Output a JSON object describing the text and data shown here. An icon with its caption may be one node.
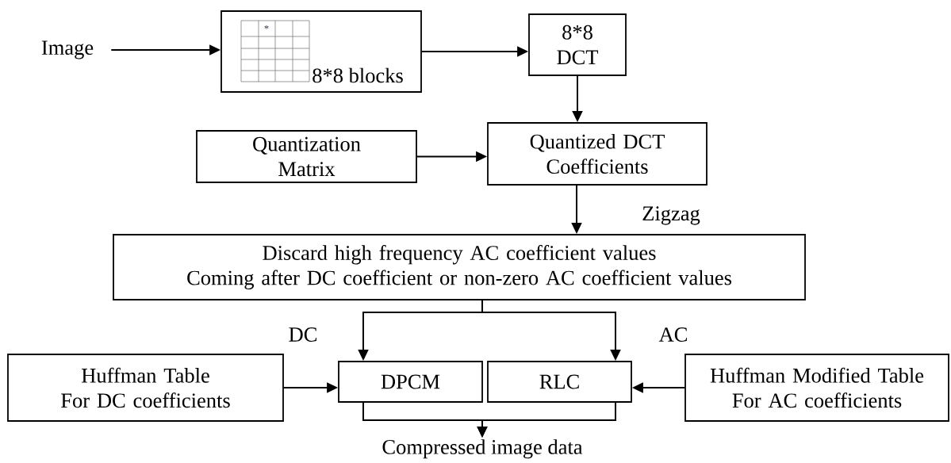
{
  "diagram": {
    "nodes": [
      {
        "text": [
          "Image"
        ]
      },
      {
        "text": [
          "8*8 blocks"
        ]
      },
      {
        "text": [
          "8*8 DCT"
        ]
      },
      {
        "text": [
          "Quantization Matrix"
        ]
      },
      {
        "text": [
          "Quantized DCT Coefficients"
        ]
      },
      {
        "text": [
          "Discard high frequency AC coefficient values Coming after DC coefficient or non-zero AC coefficient values"
        ]
      },
      {
        "text": [
          "Huffman Table For DC coefficients"
        ]
      },
      {
        "text": [
          "DPCM"
        ]
      },
      {
        "text": [
          "RLC"
        ]
      },
      {
        "text": [
          "Huffman Modified Table For AC coefficients"
        ]
      },
      {
        "text": [
          "Compressed image data"
        ]
      }
    ],
    "edges": [
      {
        "from": 0,
        "to": 1,
        "arrow": "to"
      },
      {
        "from": 1,
        "to": 2,
        "arrow": "to"
      },
      {
        "from": 2,
        "to": 4,
        "arrow": "to"
      },
      {
        "from": 3,
        "to": 4,
        "arrow": "to"
      },
      {
        "from": 4,
        "to": 5,
        "arrow": "to",
        "label": "Zigzag"
      },
      {
        "from": 5,
        "to": 7,
        "arrow": "to",
        "label": "DC"
      },
      {
        "from": 5,
        "to": 8,
        "arrow": "to",
        "label": "AC"
      },
      {
        "from": 6,
        "to": 7,
        "arrow": "to"
      },
      {
        "from": 9,
        "to": 8,
        "arrow": "to"
      },
      {
        "from": 7,
        "to": 10,
        "arrow": "to"
      },
      {
        "from": 8,
        "to": 10,
        "arrow": "to"
      }
    ],
    "labels": [
      "*"
    ]
  }
}
